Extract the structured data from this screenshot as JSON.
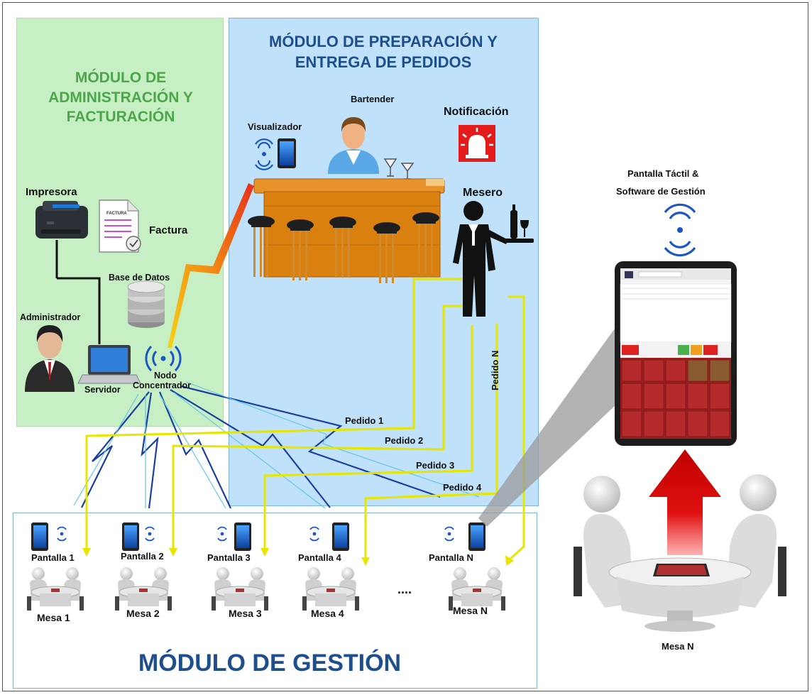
{
  "modules": {
    "admin": {
      "title_line1": "MÓDULO DE",
      "title_line2": "ADMINISTRACIÓN Y",
      "title_line3": "FACTURACIÓN"
    },
    "prep": {
      "title_line1": "MÓDULO DE PREPARACIÓN Y",
      "title_line2": "ENTREGA DE PEDIDOS"
    },
    "gestion": {
      "title": "MÓDULO DE GESTIÓN"
    }
  },
  "labels": {
    "impresora": "Impresora",
    "factura": "Factura",
    "factura_doc": "FACTURA",
    "base_datos": "Base de Datos",
    "administrador": "Administrador",
    "servidor": "Servidor",
    "nodo_1": "Nodo",
    "nodo_2": "Concentrador",
    "visualizador": "Visualizador",
    "bartender": "Bartender",
    "notificacion": "Notificación",
    "mesero": "Mesero",
    "pantalla_tactil_1": "Pantalla Táctil &",
    "pantalla_tactil_2": "Software de Gestión",
    "mesa_n_big": "Mesa N",
    "ellipsis": "....",
    "pedidos": [
      "Pedido 1",
      "Pedido 2",
      "Pedido 3",
      "Pedido 4",
      "Pedido N"
    ]
  },
  "tables": [
    {
      "screen": "Pantalla 1",
      "mesa": "Mesa 1"
    },
    {
      "screen": "Pantalla 2",
      "mesa": "Mesa 2"
    },
    {
      "screen": "Pantalla 3",
      "mesa": "Mesa 3"
    },
    {
      "screen": "Pantalla 4",
      "mesa": "Mesa 4"
    },
    {
      "screen": "Pantalla N",
      "mesa": "Mesa N"
    }
  ],
  "colors": {
    "admin_bg": "#c7efc4",
    "prep_bg": "#bfe1f9",
    "title_green": "#4ca64a",
    "title_blue": "#1f4e8c",
    "pedido_line": "#f2f21a",
    "wireless_blue": "#1a56c4",
    "bar_wood": "#d9800f",
    "alert_red": "#e31b1b",
    "arrow_red": "#e01010"
  }
}
